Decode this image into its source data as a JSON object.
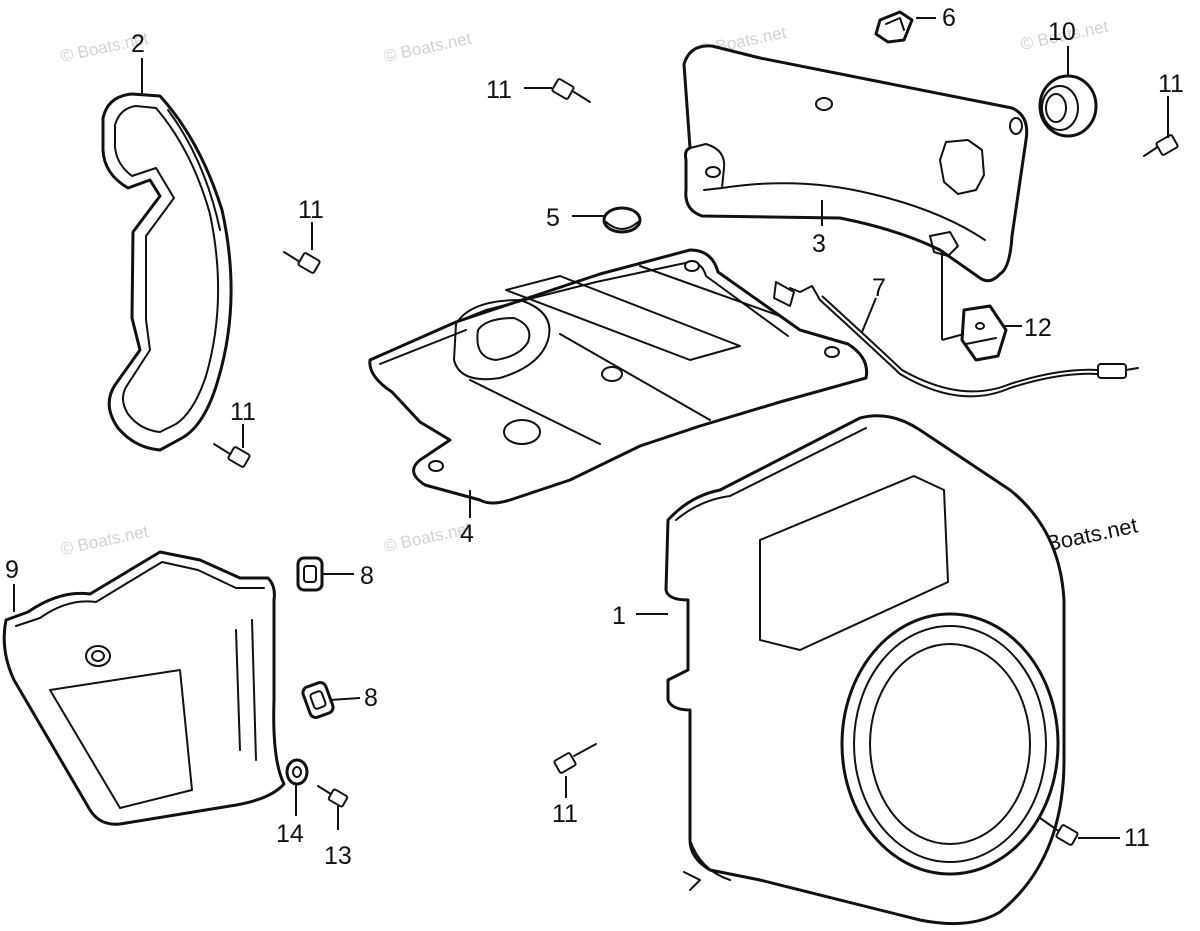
{
  "watermark": "© Boats.net",
  "copyright": "© Boats.net",
  "callouts": {
    "p1": "1",
    "p2": "2",
    "p3": "3",
    "p4": "4",
    "p5": "5",
    "p6": "6",
    "p7": "7",
    "p8a": "8",
    "p8b": "8",
    "p9": "9",
    "p10": "10",
    "p11_a": "11",
    "p11_b": "11",
    "p11_c": "11",
    "p11_d": "11",
    "p11_e": "11",
    "p11_f": "11",
    "p12": "12",
    "p13": "13",
    "p14": "14"
  }
}
